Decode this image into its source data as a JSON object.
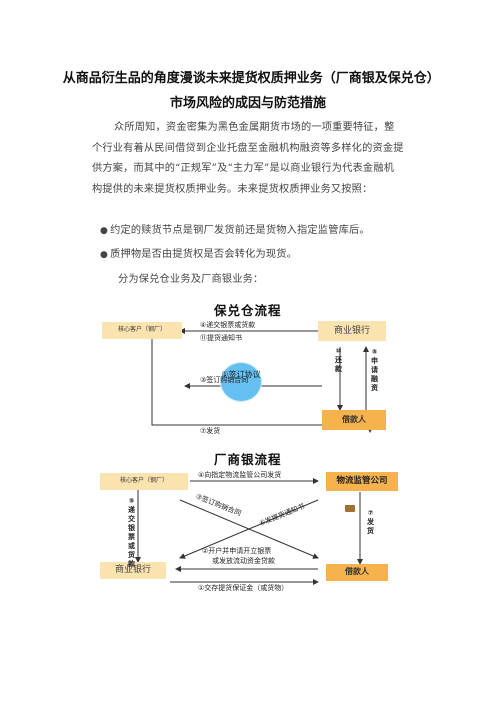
{
  "title": "从商品衍生品的角度漫谈未来提货权质押业务（厂商银及保兑仓）市场风险的成因与防范措施",
  "paragraphs": {
    "p1": "众所周知，资金密集为黑色金属期货市场的一项重要特征，整个行业有着从民间借贷到企业托盘至金融机构融资等多样化的资金提供方案，而其中的“正规军”及“主力军”是以商业银行为代表金融机构提供的未来提货权质押业务。未来提货权质押业务又按照：",
    "b1": "约定的赎货节点是钢厂发货前还是货物入指定监管库后。",
    "b2": "质押物是否由提货权是否会转化为现货。",
    "p2": "分为保兑仓业务及厂商银业务："
  },
  "diagram1": {
    "title": "保兑仓流程",
    "core_customer": "核心客户（钢厂）",
    "bank": "商业银行",
    "borrower": "借款人",
    "agreement": "①签订协议",
    "step4": "④递交银票或货款",
    "step11": "⑪提货通知书",
    "step3": "③签订购销合同",
    "step7": "⑦发货",
    "step10": "⑩还款",
    "step5": "⑤申请融资"
  },
  "diagram2": {
    "title": "厂商银流程",
    "core_customer": "核心客户（钢厂）",
    "monitor": "物流监管公司",
    "bank": "商业银行",
    "borrower": "借款人",
    "step4": "④向指定物流监管公司发货",
    "step3": "③签订购销合同",
    "step6": "⑥发提货通知书",
    "step5": "⑤递交银票或货款",
    "step7": "⑦发货",
    "step2a": "②开户并申请开立银票",
    "step2b": "或发放流动资金贷款",
    "step1": "①交存提货保证金（或货物）"
  }
}
